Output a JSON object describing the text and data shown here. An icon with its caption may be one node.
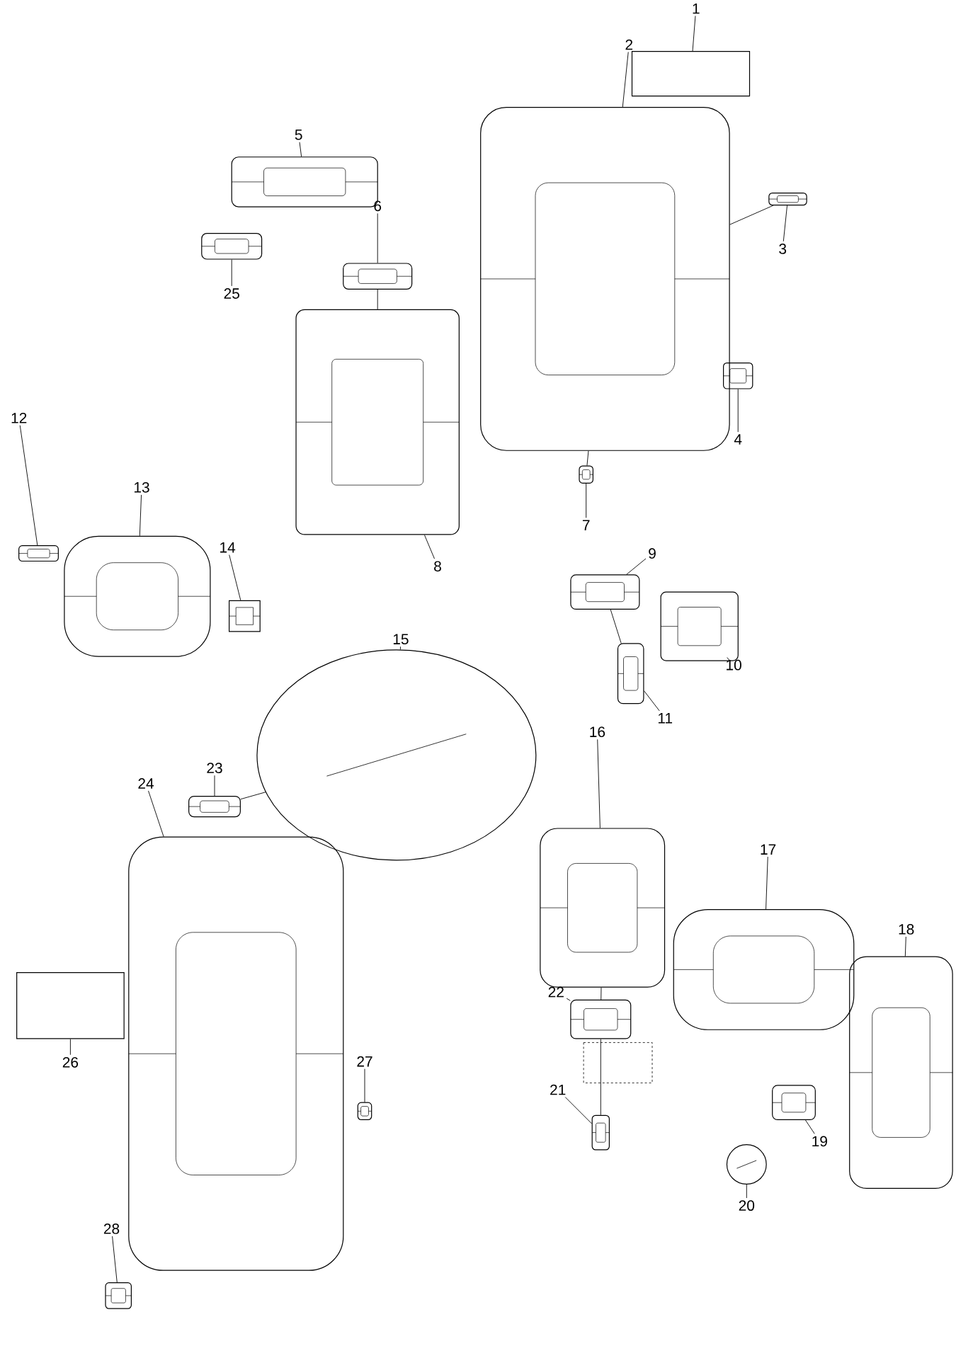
{
  "diagram": {
    "nodes": [
      {
        "text": [
          "1"
        ]
      },
      {
        "text": [
          "2"
        ]
      },
      {
        "text": [
          "3"
        ]
      },
      {
        "text": [
          "4"
        ]
      },
      {
        "text": [
          "5"
        ]
      },
      {
        "text": [
          "6"
        ]
      },
      {
        "text": [
          "7"
        ]
      },
      {
        "text": [
          "8"
        ]
      },
      {
        "text": [
          "9"
        ]
      },
      {
        "text": [
          "10"
        ]
      },
      {
        "text": [
          "11"
        ]
      },
      {
        "text": [
          "12"
        ]
      },
      {
        "text": [
          "13"
        ]
      },
      {
        "text": [
          "14"
        ]
      },
      {
        "text": [
          "15"
        ]
      },
      {
        "text": [
          "16"
        ]
      },
      {
        "text": [
          "17"
        ]
      },
      {
        "text": [
          "18"
        ]
      },
      {
        "text": [
          "19"
        ]
      },
      {
        "text": [
          "20"
        ]
      },
      {
        "text": [
          "21"
        ]
      },
      {
        "text": [
          "22"
        ]
      },
      {
        "text": [
          "23"
        ]
      },
      {
        "text": [
          "24"
        ]
      },
      {
        "text": [
          "25"
        ]
      },
      {
        "text": [
          "26"
        ]
      },
      {
        "text": [
          "27"
        ]
      },
      {
        "text": [
          "28"
        ]
      },
      {
        "text": [],
        "shape": "box"
      },
      {
        "text": [],
        "shape": "picture"
      },
      {
        "text": [],
        "shape": "picture"
      },
      {
        "text": [],
        "shape": "picture"
      },
      {
        "text": [],
        "shape": "picture"
      },
      {
        "text": [],
        "shape": "picture"
      },
      {
        "text": [],
        "shape": "picture"
      },
      {
        "text": [],
        "shape": "picture"
      },
      {
        "text": [],
        "shape": "picture"
      },
      {
        "text": [],
        "shape": "picture"
      },
      {
        "text": [],
        "shape": "picture"
      },
      {
        "text": [],
        "shape": "picture"
      },
      {
        "text": [],
        "shape": "picture"
      },
      {
        "text": [],
        "shape": "picture"
      },
      {
        "text": [],
        "shape": "circle"
      },
      {
        "text": [],
        "shape": "picture"
      },
      {
        "text": [],
        "shape": "picture"
      },
      {
        "text": [],
        "shape": "picture"
      },
      {
        "text": [],
        "shape": "picture"
      },
      {
        "text": [],
        "shape": "circle"
      },
      {
        "text": [],
        "shape": "picture"
      },
      {
        "text": [],
        "shape": "picture"
      },
      {
        "text": [],
        "shape": "picture"
      },
      {
        "text": [],
        "shape": "picture"
      },
      {
        "text": [],
        "shape": "picture"
      },
      {
        "text": [],
        "shape": "box"
      },
      {
        "text": [],
        "shape": "picture"
      },
      {
        "text": [],
        "shape": "picture"
      }
    ],
    "edges": [
      {
        "from": 0,
        "to": 28,
        "arrow": "none"
      },
      {
        "from": 1,
        "to": 29,
        "arrow": "none"
      },
      {
        "from": 2,
        "to": 30,
        "arrow": "none"
      },
      {
        "from": 3,
        "to": 31,
        "arrow": "none"
      },
      {
        "from": 4,
        "to": 32,
        "arrow": "none"
      },
      {
        "from": 5,
        "to": 33,
        "arrow": "none"
      },
      {
        "from": 6,
        "to": 34,
        "arrow": "none"
      },
      {
        "from": 7,
        "to": 35,
        "arrow": "none"
      },
      {
        "from": 8,
        "to": 36,
        "arrow": "none"
      },
      {
        "from": 9,
        "to": 37,
        "arrow": "none"
      },
      {
        "from": 10,
        "to": 38,
        "arrow": "none"
      },
      {
        "from": 11,
        "to": 39,
        "arrow": "none"
      },
      {
        "from": 12,
        "to": 40,
        "arrow": "none"
      },
      {
        "from": 13,
        "to": 41,
        "arrow": "none"
      },
      {
        "from": 14,
        "to": 42,
        "arrow": "none"
      },
      {
        "from": 15,
        "to": 43,
        "arrow": "none"
      },
      {
        "from": 16,
        "to": 44,
        "arrow": "none"
      },
      {
        "from": 17,
        "to": 45,
        "arrow": "none"
      },
      {
        "from": 18,
        "to": 46,
        "arrow": "none"
      },
      {
        "from": 19,
        "to": 47,
        "arrow": "none"
      },
      {
        "from": 20,
        "to": 48,
        "arrow": "none"
      },
      {
        "from": 21,
        "to": 49,
        "arrow": "none"
      },
      {
        "from": 22,
        "to": 50,
        "arrow": "none"
      },
      {
        "from": 23,
        "to": 51,
        "arrow": "none"
      },
      {
        "from": 24,
        "to": 52,
        "arrow": "none"
      },
      {
        "from": 25,
        "to": 53,
        "arrow": "none"
      },
      {
        "from": 26,
        "to": 54,
        "arrow": "none"
      },
      {
        "from": 27,
        "to": 55,
        "arrow": "none"
      },
      {
        "from": 30,
        "to": 29,
        "arrow": "none"
      },
      {
        "from": 33,
        "to": 35,
        "arrow": "none"
      },
      {
        "from": 34,
        "to": 29,
        "arrow": "none"
      },
      {
        "from": 36,
        "to": 38,
        "arrow": "none"
      },
      {
        "from": 50,
        "to": 42,
        "arrow": "none"
      },
      {
        "from": 48,
        "to": 49,
        "arrow": "none"
      },
      {
        "from": 49,
        "to": 43,
        "arrow": "none"
      }
    ]
  }
}
